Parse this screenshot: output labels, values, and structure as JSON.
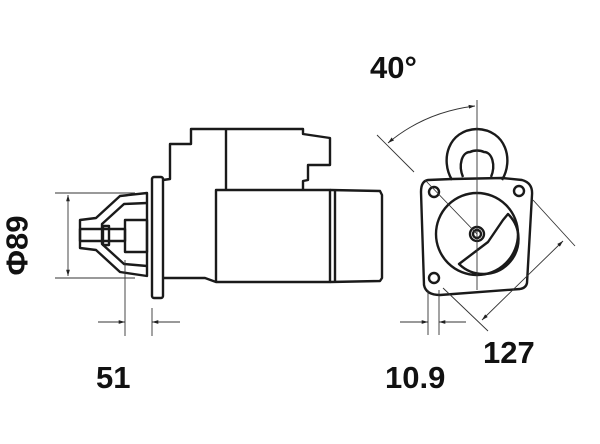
{
  "drawing": {
    "side_view": {
      "diameter_label": "Φ89",
      "flange_offset_label": "51"
    },
    "front_view": {
      "angle_label": "40°",
      "hole_offset_label": "10.9",
      "bolt_span_label": "127"
    },
    "colors": {
      "line": "#1a1a1a",
      "background": "#ffffff"
    }
  }
}
